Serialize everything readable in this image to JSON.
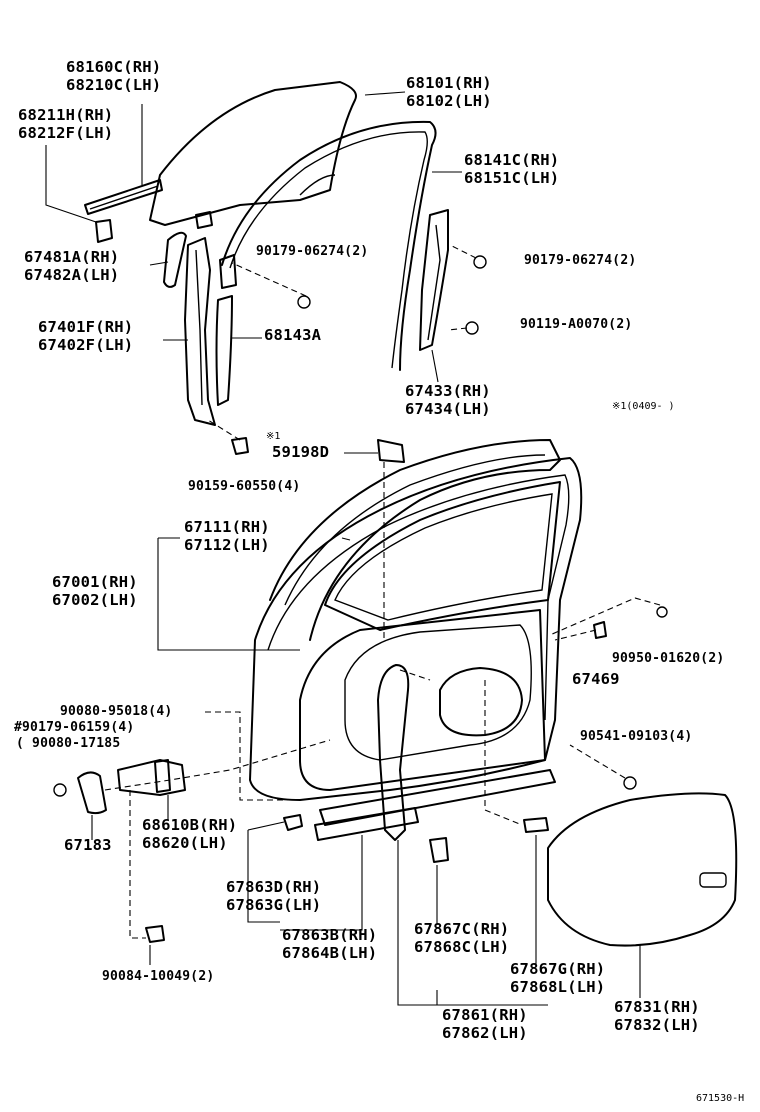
{
  "diagram": {
    "callouts": [
      {
        "id": "c1",
        "lines": [
          "68160C(RH)",
          "68210C(LH)"
        ]
      },
      {
        "id": "c2",
        "lines": [
          "68211H(RH)",
          "68212F(LH)"
        ]
      },
      {
        "id": "c3",
        "lines": [
          "68101(RH)",
          "68102(LH)"
        ]
      },
      {
        "id": "c4",
        "lines": [
          "68141C(RH)",
          "68151C(LH)"
        ]
      },
      {
        "id": "c5",
        "lines": [
          "67481A(RH)",
          "67482A(LH)"
        ]
      },
      {
        "id": "c6",
        "lines": [
          "90179-06274(2)"
        ]
      },
      {
        "id": "c7",
        "lines": [
          "90179-06274(2)"
        ]
      },
      {
        "id": "c8",
        "lines": [
          "90119-A0070(2)"
        ]
      },
      {
        "id": "c9",
        "lines": [
          "67401F(RH)",
          "67402F(LH)"
        ]
      },
      {
        "id": "c10",
        "lines": [
          "68143A"
        ]
      },
      {
        "id": "c11",
        "lines": [
          "67433(RH)",
          "67434(LH)"
        ]
      },
      {
        "id": "c12",
        "lines": [
          "※1(0409-      )"
        ]
      },
      {
        "id": "c13",
        "lines": [
          "※1"
        ]
      },
      {
        "id": "c14",
        "lines": [
          "59198D"
        ]
      },
      {
        "id": "c15",
        "lines": [
          "90159-60550(4)"
        ]
      },
      {
        "id": "c16",
        "lines": [
          "67111(RH)",
          "67112(LH)"
        ]
      },
      {
        "id": "c17",
        "lines": [
          "67001(RH)",
          "67002(LH)"
        ]
      },
      {
        "id": "c18",
        "lines": [
          "90950-01620(2)"
        ]
      },
      {
        "id": "c19",
        "lines": [
          "67469"
        ]
      },
      {
        "id": "c20",
        "lines": [
          "90080-95018(4)"
        ]
      },
      {
        "id": "c21",
        "lines": [
          "#90179-06159(4)"
        ]
      },
      {
        "id": "c22",
        "lines": [
          "( 90080-17185"
        ]
      },
      {
        "id": "c23",
        "lines": [
          "90541-09103(4)"
        ]
      },
      {
        "id": "c24",
        "lines": [
          "68610B(RH)",
          "68620(LH)"
        ]
      },
      {
        "id": "c25",
        "lines": [
          "67183"
        ]
      },
      {
        "id": "c26",
        "lines": [
          "67863D(RH)",
          "67863G(LH)"
        ]
      },
      {
        "id": "c27",
        "lines": [
          "67863B(RH)",
          "67864B(LH)"
        ]
      },
      {
        "id": "c28",
        "lines": [
          "67867C(RH)",
          "67868C(LH)"
        ]
      },
      {
        "id": "c29",
        "lines": [
          "67867G(RH)",
          "67868L(LH)"
        ]
      },
      {
        "id": "c30",
        "lines": [
          "90084-10049(2)"
        ]
      },
      {
        "id": "c31",
        "lines": [
          "67861(RH)",
          "67862(LH)"
        ]
      },
      {
        "id": "c32",
        "lines": [
          "67831(RH)",
          "67832(LH)"
        ]
      }
    ],
    "footer_code": "671530-H"
  }
}
